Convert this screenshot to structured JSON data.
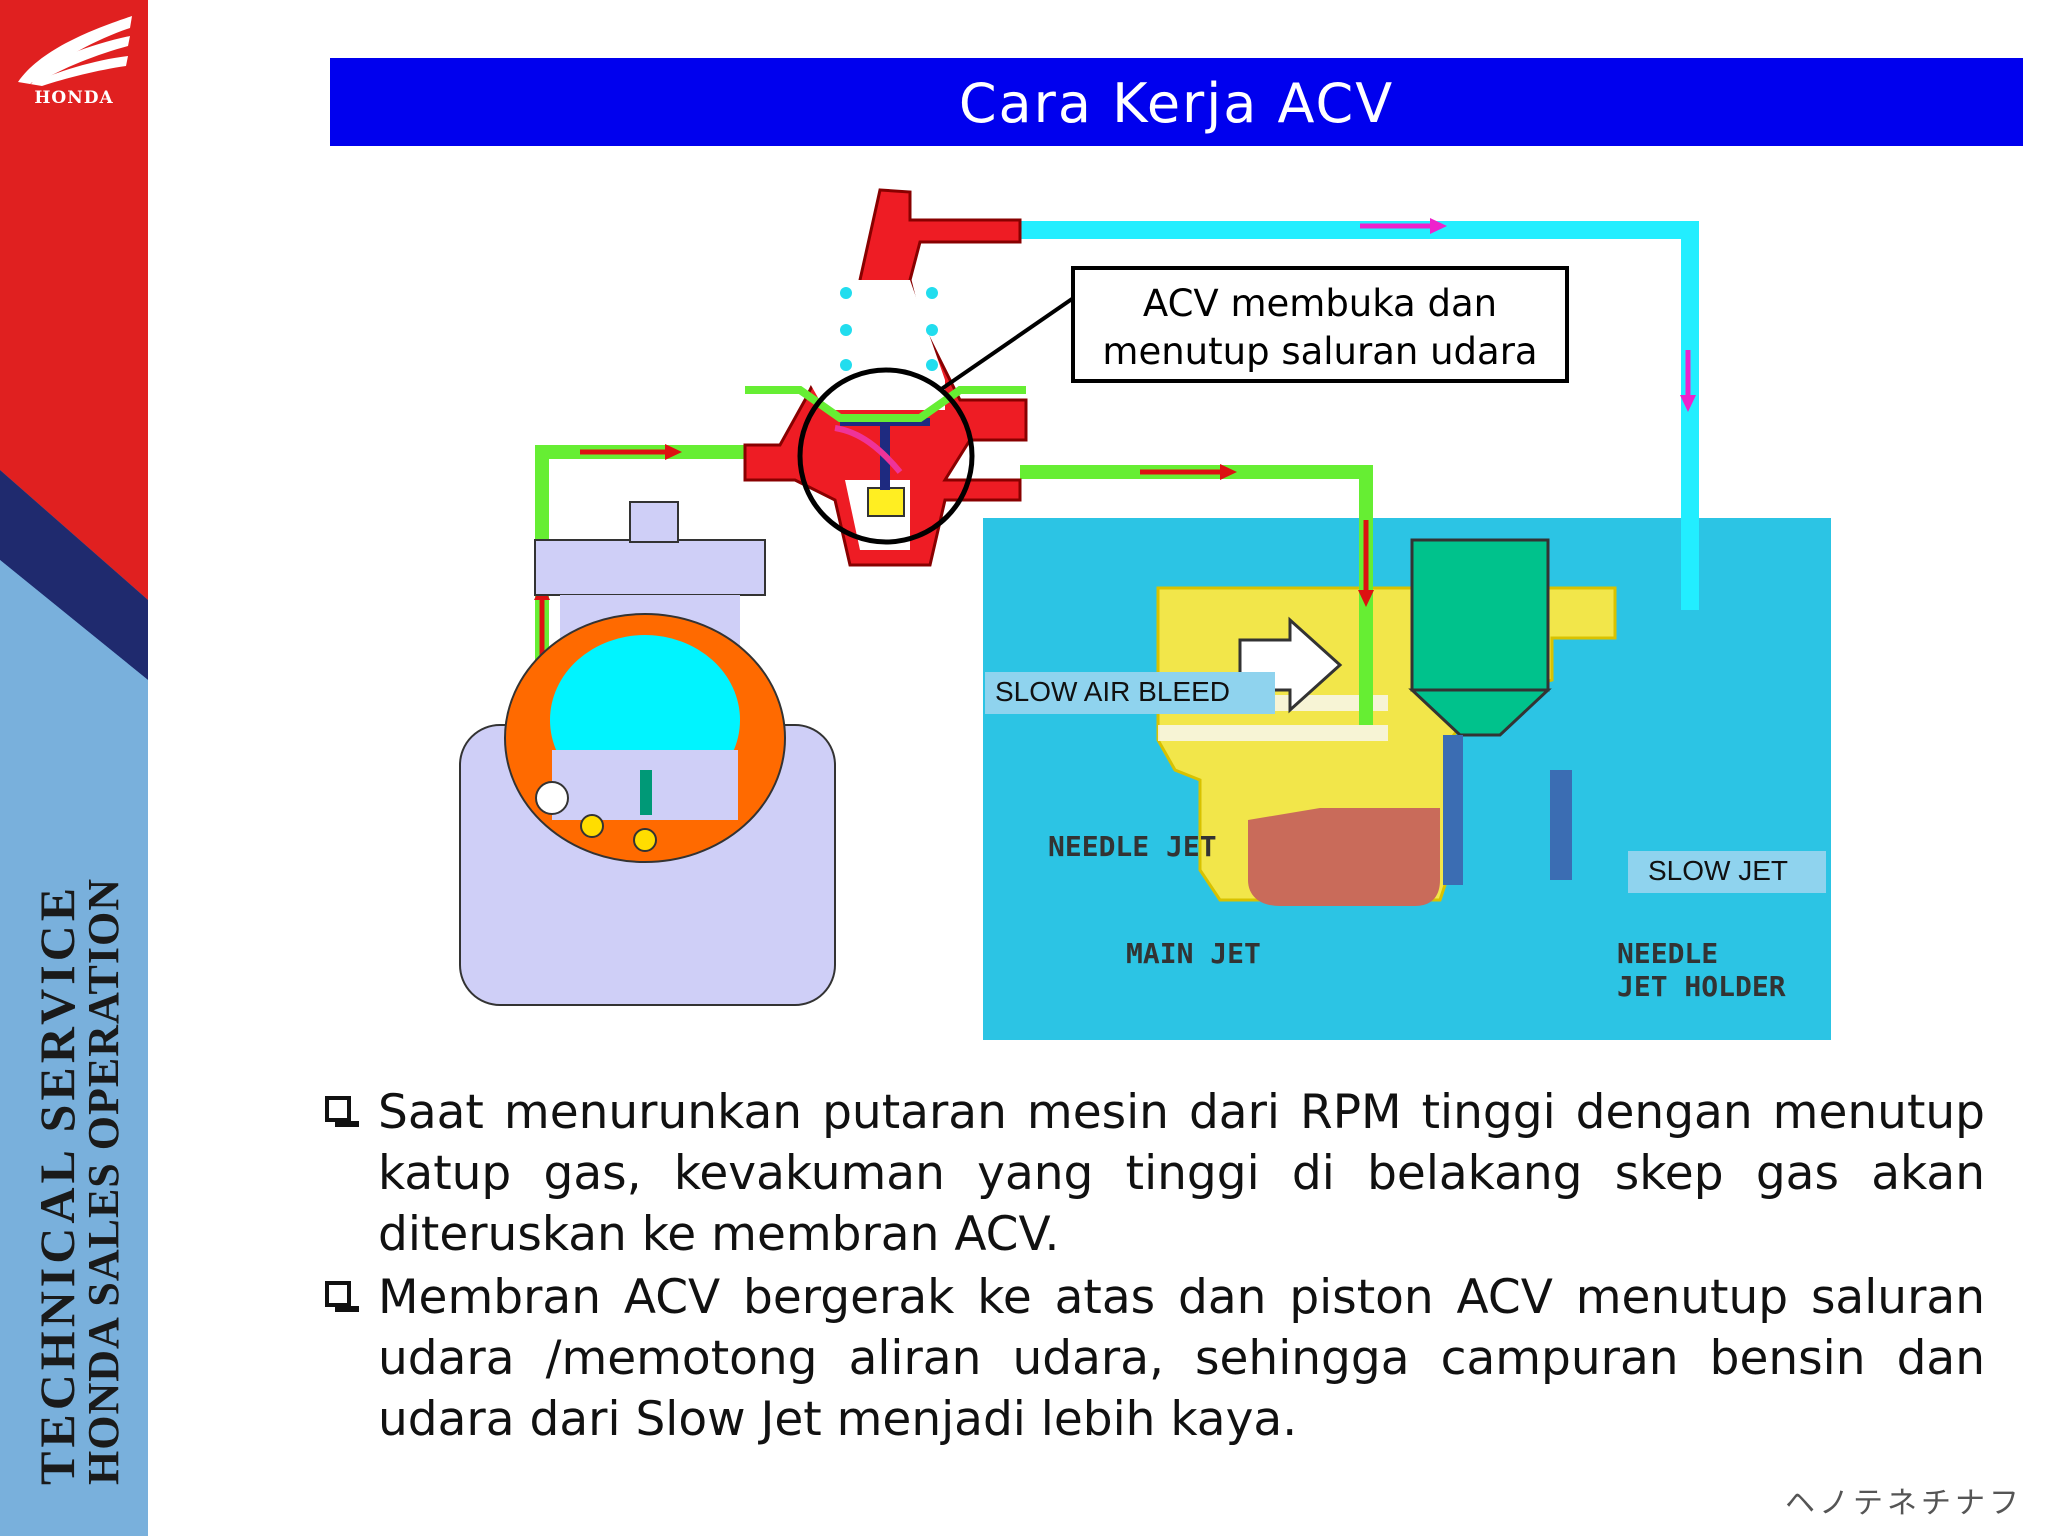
{
  "sidebar": {
    "logo_text": "HONDA",
    "vertical_line1": "TECHNICAL SERVICE",
    "vertical_line2": "HONDA SALES OPERATION"
  },
  "title": "Cara Kerja ACV",
  "callout": {
    "line1": "ACV membuka dan",
    "line2": "menutup saluran udara"
  },
  "diagram_labels": {
    "slow_air_bleed": "SLOW AIR BLEED",
    "needle_jet": "NEEDLE JET",
    "main_jet": "MAIN JET",
    "slow_jet": "SLOW JET",
    "needle_jet_holder_1": "NEEDLE",
    "needle_jet_holder_2": "JET HOLDER"
  },
  "bullets": [
    "Saat menurunkan putaran mesin dari RPM tinggi dengan menutup katup gas, kevakuman yang tinggi di belakang skep gas akan diteruskan ke membran ACV.",
    "Membran ACV bergerak ke atas dan piston ACV menutup saluran udara /memotong aliran udara, sehingga campuran bensin dan udara dari Slow Jet menjadi lebih kaya."
  ],
  "footer_text": "ヘノテネチナフ",
  "colors": {
    "title_bar": "#0000ee",
    "sidebar_red": "#e02020",
    "sidebar_blue": "#6aa6d6",
    "green_pipe": "#66ee33",
    "cyan_pipe": "#22eeff",
    "red_body": "#ee1c24"
  }
}
